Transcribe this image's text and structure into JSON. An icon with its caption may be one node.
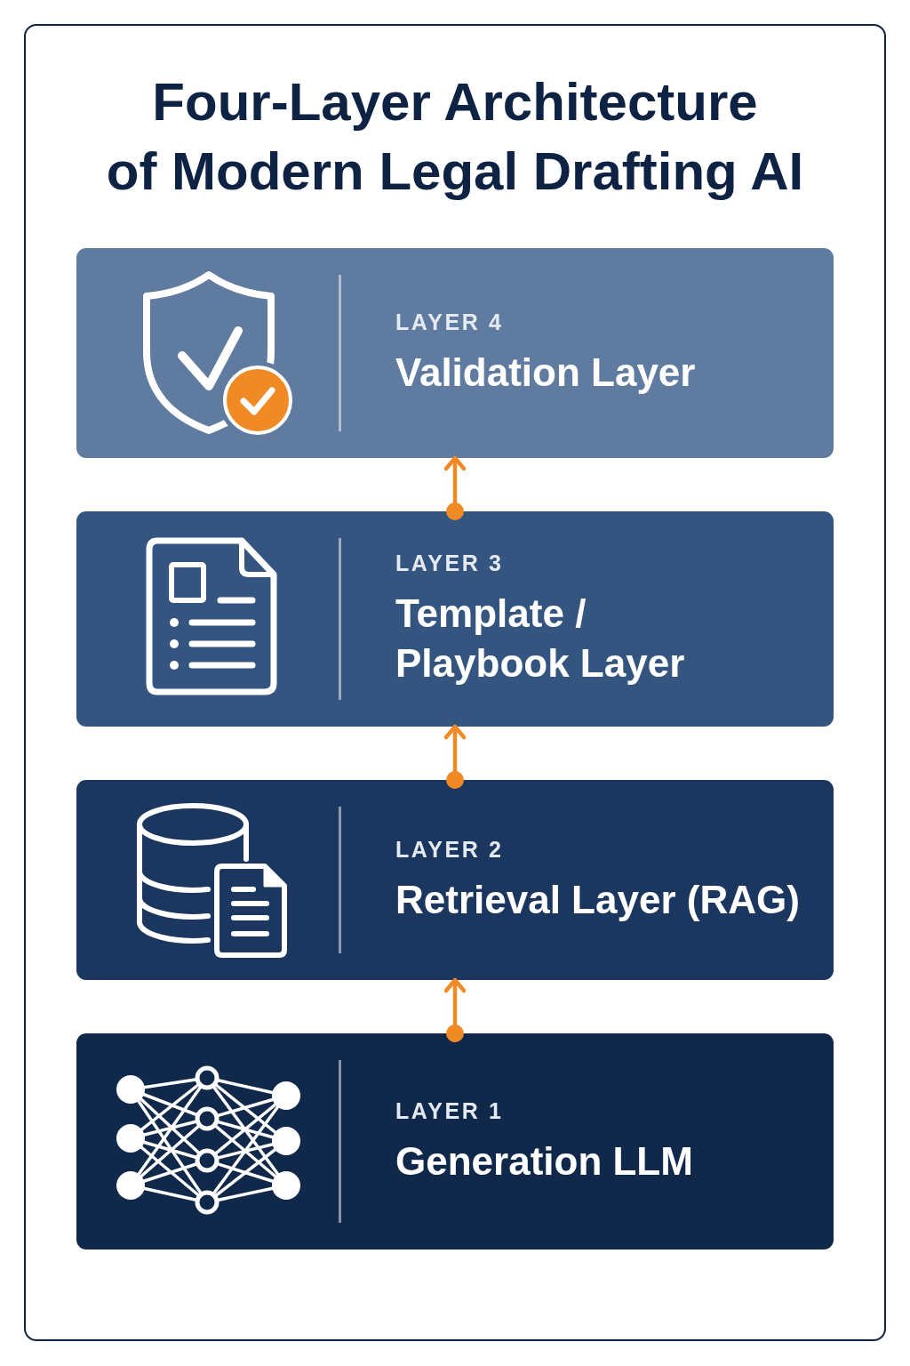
{
  "diagram": {
    "title": "Four-Layer Architecture of Modern Legal Drafting AI",
    "nodes": [
      {
        "text": [
          "LAYER 4",
          "Validation Layer"
        ]
      },
      {
        "text": [
          "LAYER 3",
          "Template / Playbook Layer"
        ]
      },
      {
        "text": [
          "LAYER 2",
          "Retrieval Layer (RAG)"
        ]
      },
      {
        "text": [
          "LAYER 1",
          "Generation LLM"
        ]
      }
    ],
    "edges": [
      {
        "from": 1,
        "to": 0,
        "arrow": "to"
      },
      {
        "from": 2,
        "to": 1,
        "arrow": "to"
      },
      {
        "from": 3,
        "to": 2,
        "arrow": "to"
      }
    ]
  }
}
